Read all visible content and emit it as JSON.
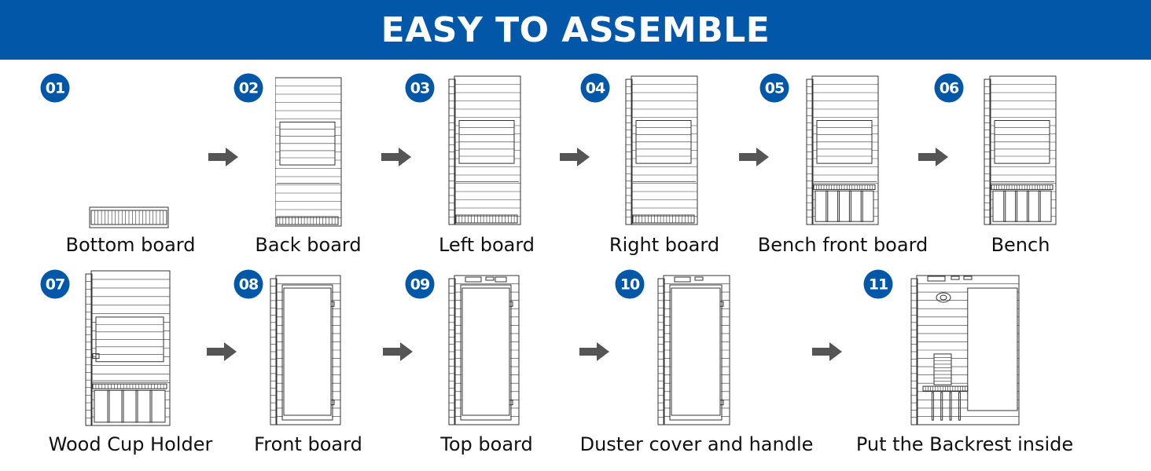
{
  "header": {
    "title": "EASY TO ASSEMBLE"
  },
  "colors": {
    "brand": "#0357a8",
    "arrow": "#555555",
    "line": "#333333"
  },
  "steps": [
    {
      "number": "01",
      "label": "Bottom board"
    },
    {
      "number": "02",
      "label": "Back board"
    },
    {
      "number": "03",
      "label": "Left board"
    },
    {
      "number": "04",
      "label": "Right board"
    },
    {
      "number": "05",
      "label": "Bench front board"
    },
    {
      "number": "06",
      "label": "Bench"
    },
    {
      "number": "07",
      "label": "Wood Cup Holder"
    },
    {
      "number": "08",
      "label": "Front board"
    },
    {
      "number": "09",
      "label": "Top board"
    },
    {
      "number": "10",
      "label": "Duster cover and handle"
    },
    {
      "number": "11",
      "label": "Put the Backrest inside"
    }
  ]
}
